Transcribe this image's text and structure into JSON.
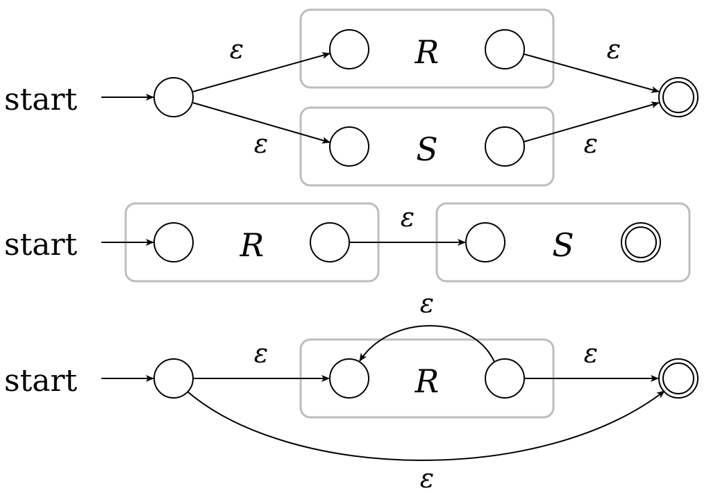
{
  "labels": {
    "start": "start",
    "epsilon": "ε",
    "r": "R",
    "s": "S"
  },
  "colors": {
    "box_stroke": "#bdbdbd",
    "ink": "#000000",
    "background": "#ffffff"
  }
}
